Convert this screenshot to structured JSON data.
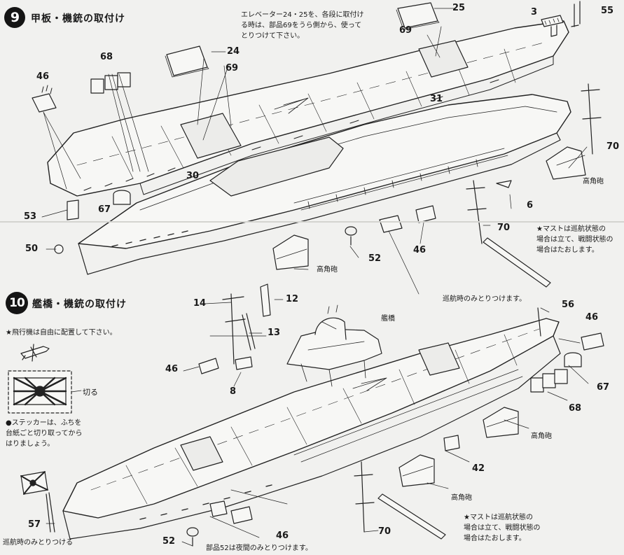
{
  "step9": {
    "number": "9",
    "title": "甲板・機銃の取付け",
    "elevator_note": [
      "エレベーター24・25を、各段に取付け",
      "る時は、部品69をうら側から、使って",
      "とりつけて下さい。"
    ],
    "parts": {
      "p25": "25",
      "p55": "55",
      "p3": "3",
      "p69a": "69",
      "p24": "24",
      "p69b": "69",
      "p68": "68",
      "p46": "46",
      "p31": "31",
      "p30": "30",
      "p70a": "70",
      "p53": "53",
      "p67": "67",
      "p6": "6",
      "p50": "50",
      "p52": "52",
      "p46b": "46",
      "p70b": "70"
    },
    "kakuho_right": "高角砲",
    "kakuho_bottom": "高角砲",
    "mast_note": [
      "★マストは巡航状態の",
      "場合は立て、戦闘状態の",
      "場合はたおします。"
    ]
  },
  "step10": {
    "number": "10",
    "title": "艦橋・機銃の取付け",
    "aircraft_note": "★飛行機は自由に配置して下さい。",
    "cut_label": "切る",
    "sticker_note": [
      "●ステッカーは、ふちを",
      "台紙ごと切り取ってから",
      "はりましょう。"
    ],
    "bridge_label": "艦橋",
    "cruise_note_56": "巡航時のみとりつけます。",
    "cruise_note_57": "巡航時のみとりつける",
    "night_note_52": "部品52は夜間のみとりつけます。",
    "kakuho_a": "高角砲",
    "kakuho_b": "高角砲",
    "mast_note": [
      "★マストは巡航状態の",
      "場合は立て、戦闘状態の",
      "場合はたおします。"
    ],
    "parts": {
      "p14": "14",
      "p12": "12",
      "p13": "13",
      "p46a": "46",
      "p8": "8",
      "p56": "56",
      "p46b": "46",
      "p67": "67",
      "p68": "68",
      "p42": "42",
      "p57": "57",
      "p52": "52",
      "p46c": "46",
      "p70": "70"
    }
  }
}
